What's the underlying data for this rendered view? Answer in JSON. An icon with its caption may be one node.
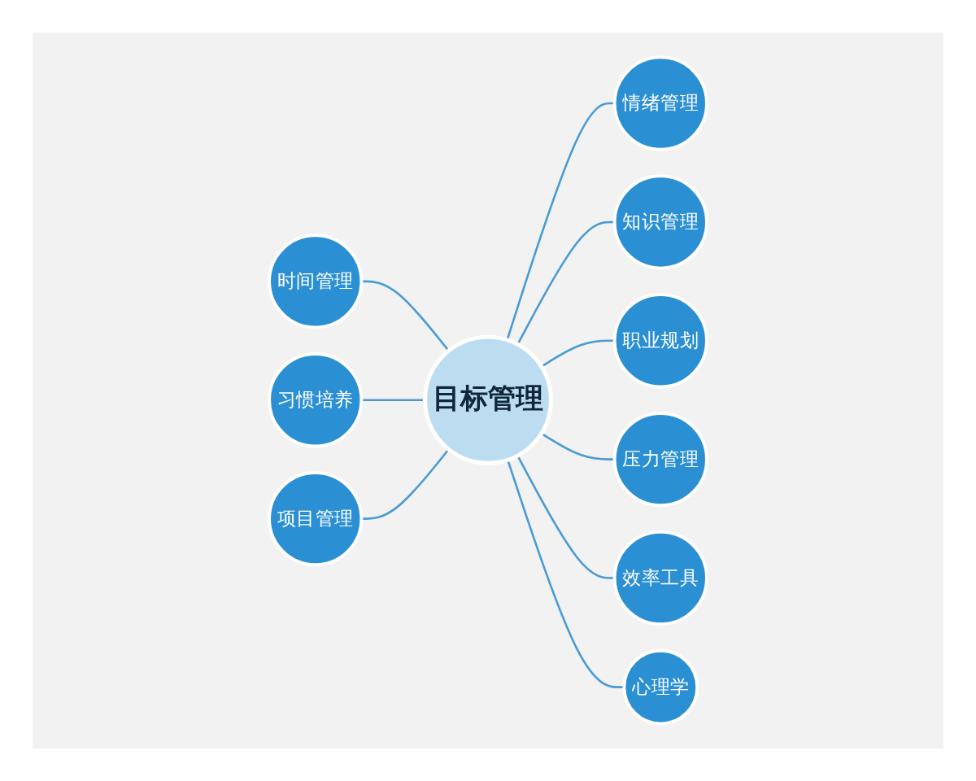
{
  "diagram": {
    "nodes": [
      {
        "text": [
          "时间管理"
        ]
      },
      {
        "text": [
          "情绪管理"
        ]
      },
      {
        "text": [
          "知识管理"
        ]
      },
      {
        "text": [
          "职业规划"
        ]
      },
      {
        "text": [
          "习惯培养"
        ]
      },
      {
        "text": [
          "目标管理"
        ]
      },
      {
        "text": [
          "压力管理"
        ]
      },
      {
        "text": [
          "项目管理"
        ]
      },
      {
        "text": [
          "效率工具"
        ]
      },
      {
        "text": [
          "心理学"
        ]
      }
    ],
    "edges": [
      {
        "from": 0,
        "to": 5,
        "arrow": "none"
      },
      {
        "from": 5,
        "to": 1,
        "arrow": "none"
      },
      {
        "from": 5,
        "to": 2,
        "arrow": "none"
      },
      {
        "from": 5,
        "to": 3,
        "arrow": "none"
      },
      {
        "from": 4,
        "to": 5,
        "arrow": "none"
      },
      {
        "from": 5,
        "to": 6,
        "arrow": "none"
      },
      {
        "from": 7,
        "to": 5,
        "arrow": "none"
      },
      {
        "from": 5,
        "to": 8,
        "arrow": "none"
      },
      {
        "from": 5,
        "to": 9,
        "arrow": "none"
      }
    ]
  }
}
